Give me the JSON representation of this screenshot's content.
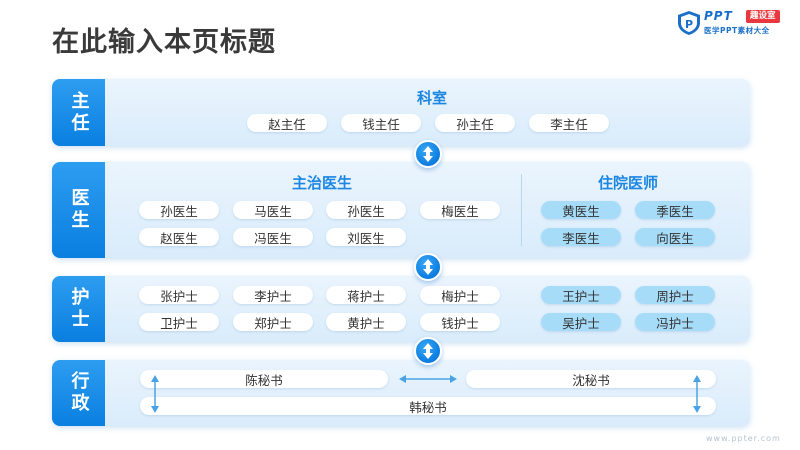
{
  "page_title": "在此输入本页标题",
  "logo": {
    "brand": "PPT",
    "badge": "趣设室",
    "tagline": "医学PPT素材大全"
  },
  "footer": "www.ppter.com",
  "rows": {
    "director": {
      "label": "主任",
      "heading": "科室",
      "items": [
        "赵主任",
        "钱主任",
        "孙主任",
        "李主任"
      ]
    },
    "doctor": {
      "label": "医生",
      "attending_heading": "主治医生",
      "attending": [
        "孙医生",
        "马医生",
        "孙医生",
        "梅医生",
        "赵医生",
        "冯医生",
        "刘医生"
      ],
      "resident_heading": "住院医师",
      "resident": [
        "黄医生",
        "季医生",
        "李医生",
        "向医生"
      ]
    },
    "nurse": {
      "label": "护士",
      "left": [
        "张护士",
        "李护士",
        "蒋护士",
        "梅护士",
        "卫护士",
        "郑护士",
        "黄护士",
        "钱护士"
      ],
      "right": [
        "王护士",
        "周护士",
        "吴护士",
        "冯护士"
      ]
    },
    "admin": {
      "label": "行政",
      "items": [
        "陈秘书",
        "沈秘书",
        "韩秘书"
      ]
    }
  },
  "colors": {
    "accent": "#0a7fe0",
    "heading": "#1c86e3",
    "row_bg": "#e2f0fc",
    "highlight_pill": "#a7dcf8"
  },
  "icons": {
    "connector": "up-down-arrow-icon",
    "logo": "shield-p-icon"
  }
}
